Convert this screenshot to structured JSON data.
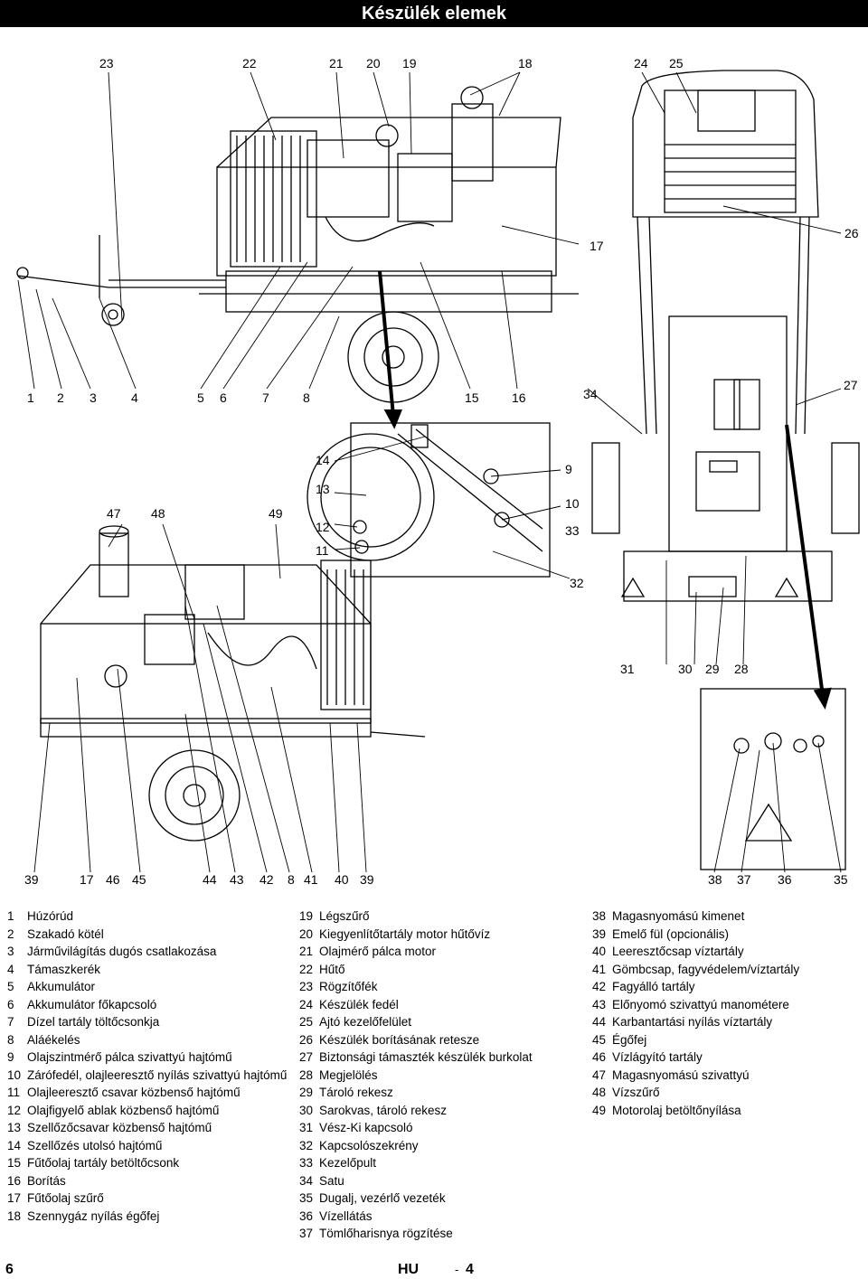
{
  "header": {
    "title": "Készülék elemek"
  },
  "figure": {
    "callouts_top": [
      "23",
      "22",
      "21",
      "20",
      "19",
      "18",
      "24",
      "25"
    ],
    "callouts_top_right": [
      "17",
      "26"
    ],
    "callouts_row2_left": [
      "1",
      "2",
      "3",
      "4",
      "5",
      "6",
      "7",
      "8",
      "15",
      "16"
    ],
    "callouts_row2_right": [
      "34",
      "27"
    ],
    "callouts_detail_right": [
      "14",
      "13",
      "12",
      "11"
    ],
    "callouts_detail_left": [
      "9",
      "10",
      "33",
      "32"
    ],
    "callouts_mid_left": [
      "47",
      "48",
      "49"
    ],
    "callouts_mid_right": [
      "31",
      "30",
      "29",
      "28"
    ],
    "callouts_bottom_left": [
      "39",
      "17",
      "46",
      "45",
      "44",
      "43",
      "42",
      "8",
      "41",
      "40",
      "39"
    ],
    "callouts_bottom_right": [
      "38",
      "37",
      "36",
      "35"
    ]
  },
  "legend": {
    "col1": [
      {
        "num": "1",
        "text": "Húzórúd"
      },
      {
        "num": "2",
        "text": "Szakadó kötél"
      },
      {
        "num": "3",
        "text": "Járművilágítás dugós csatlakozása"
      },
      {
        "num": "4",
        "text": "Támaszkerék"
      },
      {
        "num": "5",
        "text": "Akkumulátor"
      },
      {
        "num": "6",
        "text": "Akkumulátor főkapcsoló"
      },
      {
        "num": "7",
        "text": "Dízel tartály töltőcsonkja"
      },
      {
        "num": "8",
        "text": "Aláékelés"
      },
      {
        "num": "9",
        "text": "Olajszintmérő pálca szivattyú hajtómű"
      },
      {
        "num": "10",
        "text": "Zárófedél, olajleeresztő nyílás szivattyú hajtómű"
      },
      {
        "num": "11",
        "text": "Olajleeresztő csavar közbenső hajtómű"
      },
      {
        "num": "12",
        "text": "Olajfigyelő ablak közbenső hajtómű"
      },
      {
        "num": "13",
        "text": "Szellőzőcsavar közbenső hajtómű"
      },
      {
        "num": "14",
        "text": "Szellőzés utolsó hajtómű"
      },
      {
        "num": "15",
        "text": "Fűtőolaj tartály betöltőcsonk"
      },
      {
        "num": "16",
        "text": "Borítás"
      },
      {
        "num": "17",
        "text": "Fűtőolaj szűrő"
      },
      {
        "num": "18",
        "text": "Szennygáz nyílás égőfej"
      }
    ],
    "col2": [
      {
        "num": "19",
        "text": "Légszűrő"
      },
      {
        "num": "20",
        "text": "Kiegyenlítőtartály motor hűtővíz"
      },
      {
        "num": "21",
        "text": "Olajmérő pálca motor"
      },
      {
        "num": "22",
        "text": "Hűtő"
      },
      {
        "num": "23",
        "text": "Rögzítőfék"
      },
      {
        "num": "24",
        "text": "Készülék fedél"
      },
      {
        "num": "25",
        "text": "Ajtó kezelőfelület"
      },
      {
        "num": "26",
        "text": "Készülék borításának retesze"
      },
      {
        "num": "27",
        "text": "Biztonsági támaszték készülék burkolat"
      },
      {
        "num": "28",
        "text": "Megjelölés"
      },
      {
        "num": "29",
        "text": "Tároló rekesz"
      },
      {
        "num": "30",
        "text": "Sarokvas, tároló rekesz"
      },
      {
        "num": "31",
        "text": "Vész-Ki kapcsoló"
      },
      {
        "num": "32",
        "text": "Kapcsolószekrény"
      },
      {
        "num": "33",
        "text": "Kezelőpult"
      },
      {
        "num": "34",
        "text": "Satu"
      },
      {
        "num": "35",
        "text": "Dugalj, vezérlő vezeték"
      },
      {
        "num": "36",
        "text": "Vízellátás"
      },
      {
        "num": "37",
        "text": "Tömlőharisnya rögzítése"
      }
    ],
    "col3": [
      {
        "num": "38",
        "text": "Magasnyomású kimenet"
      },
      {
        "num": "39",
        "text": "Emelő fül (opcionális)"
      },
      {
        "num": "40",
        "text": "Leeresztőcsap víztartály"
      },
      {
        "num": "41",
        "text": "Gömbcsap, fagyvédelem/víztartály"
      },
      {
        "num": "42",
        "text": "Fagyálló tartály"
      },
      {
        "num": "43",
        "text": "Előnyomó szivattyú manométere"
      },
      {
        "num": "44",
        "text": "Karbantartási nyílás víztartály"
      },
      {
        "num": "45",
        "text": "Égőfej"
      },
      {
        "num": "46",
        "text": "Vízlágyító tartály"
      },
      {
        "num": "47",
        "text": "Magasnyomású szivattyú"
      },
      {
        "num": "48",
        "text": "Vízszűrő"
      },
      {
        "num": "49",
        "text": "Motorolaj betöltőnyílása"
      }
    ]
  },
  "footer": {
    "page": "6",
    "lang": "HU",
    "sep": "-",
    "page_num": "4"
  }
}
